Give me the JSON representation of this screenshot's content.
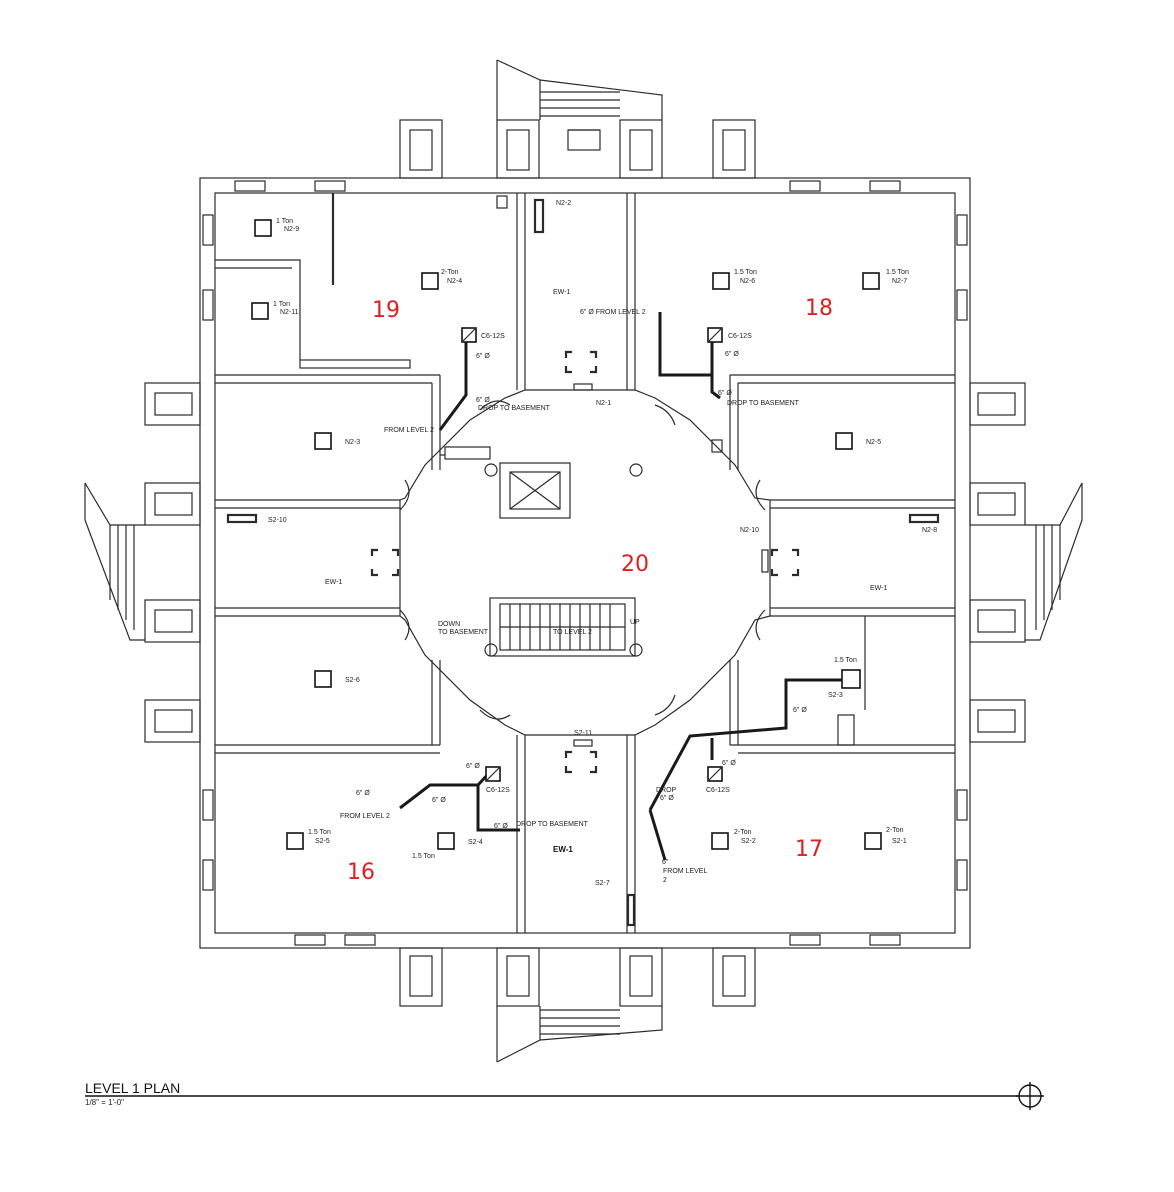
{
  "plan": {
    "title": "LEVEL 1 PLAN",
    "scale": "1/8\" = 1'-0\""
  },
  "rooms": {
    "r16": "16",
    "r17": "17",
    "r18": "18",
    "r19": "19",
    "r20": "20"
  },
  "tags": {
    "n2_2": "N2-2",
    "n2_4": "N2-4",
    "n2_4_ton": "2-Ton",
    "n2_6": "N2-6",
    "n2_6_ton": "1.5 Ton",
    "n2_7": "N2-7",
    "n2_7_ton": "1.5 Ton",
    "n2_9": "N2-9",
    "n2_9_ton": "1 Ton",
    "n2_11": "N2-11",
    "n2_11_ton": "1 Ton",
    "n2_3": "N2-3",
    "n2_5": "N2-5",
    "n2_1": "N2-1",
    "n2_8": "N2-8",
    "n2_10": "N2-10",
    "ew1_n": "EW-1",
    "ew1_w": "EW-1",
    "ew1_e": "EW-1",
    "ew1_s": "EW-1",
    "s2_10": "S2-10",
    "s2_6": "S2-6",
    "s2_3": "S2-3",
    "s2_3_ton": "1.5 Ton",
    "s2_11": "S2-11",
    "s2_5": "S2-5",
    "s2_5_ton": "1.5 Ton",
    "s2_4": "S2-4",
    "s2_4_ton": "1.5 Ton",
    "s2_2": "S2-2",
    "s2_2_ton": "2-Ton",
    "s2_1": "S2-1",
    "s2_1_ton": "2-Ton",
    "s2_7": "S2-7",
    "c6_nw": "C6-12S",
    "c6_ne": "C6-12S",
    "c6_sw": "C6-12S",
    "c6_se": "C6-12S",
    "dia6_nw": "6\" Ø",
    "dia6_ne1": "6\" Ø",
    "dia6_ne2": "6\" Ø",
    "from_level2_ne": "6\" Ø FROM LEVEL 2",
    "drop_nw": "DROP TO BASEMENT",
    "drop_ne": "DROP TO BASEMENT",
    "from_level2_nw": "FROM LEVEL 2",
    "dia_nw2": "6\" Ø",
    "down_basement_1": "DOWN",
    "down_basement_2": "TO BASEMENT",
    "to_level2": "TO LEVEL 2",
    "up": "UP",
    "sw_dia1": "6\" Ø",
    "sw_from": "FROM LEVEL 2",
    "sw_dia2": "6\" Ø",
    "sw_dia3": "6\" Ø",
    "sw_dia4": "6\" Ø",
    "sw_drop": "DROP TO BASEMENT",
    "se_dia1": "6\" Ø",
    "se_dia2": "6\" Ø",
    "se_drop1": "DROP",
    "se_drop2": "6\" Ø",
    "se_from1": "6\"",
    "se_from2": "FROM LEVEL",
    "se_from3": "2"
  }
}
